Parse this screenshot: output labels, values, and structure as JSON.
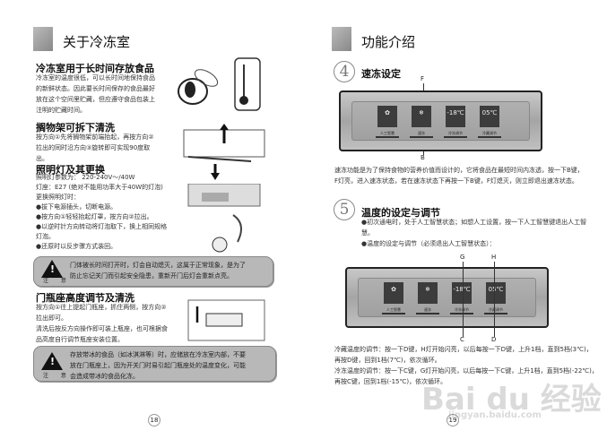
{
  "left": {
    "header": {
      "title": "关于冷冻室"
    },
    "sections": [
      {
        "title": "冷冻室用于长时间存放食品",
        "lines": [
          "冷冻室的温度很低，可以长时间地保持食品",
          "的新鲜状态。因此要长时间保存的食品最好",
          "放在这个空间里贮藏，但应遵守食品包装上",
          "注明的贮藏时间。"
        ]
      },
      {
        "title": "搁物架可拆下清洗",
        "lines": [
          "按方向①先将搁物架前端抬起，再按方向②",
          "拉出的同时沿方向③旋转即可实现90度取",
          "出。"
        ]
      },
      {
        "title": "照明灯及其更换",
        "lines": [
          "照明灯参数为：  220-240V～/40W",
          "灯座：E27 (绝对不能用功率大于40W的灯泡)",
          "更换照明灯时：",
          "●拔下电源插头，切断电源。",
          "●按方向①轻轻抬起灯罩，按方向②拉出。",
          "●以逆时针方向转动将灯泡取下，换上相同规格",
          "   灯泡。",
          "●还原时以反步骤方式装回。"
        ]
      },
      {
        "title": "门瓶座高度调节及清洗",
        "lines": [
          "按方向①往上提起门瓶座，抓住两侧，按方向②",
          "拉出即可。",
          "清洗后按反方向操作即可装上瓶座，也可根据食",
          "品高度自行调节瓶座安装位置。"
        ]
      }
    ],
    "notices": [
      {
        "label": "注 意",
        "lines": [
          "门体被长时间打开时，灯会自动熄灭，这属于正常现象，是为了",
          "防止忘记关门而引起安全隐患，重新开门后灯会重新点亮。"
        ]
      },
      {
        "label": "注 意",
        "lines": [
          "存放带冰的食品（如冰淇淋等）时，应储放在冷冻室内部，不要",
          "放在门瓶座上，因为开关门时易引起门瓶座处的温度变化，可能",
          "会造成带冰的食品化冻。"
        ]
      }
    ],
    "page_number": "18"
  },
  "right": {
    "header": {
      "title": "功能介绍"
    },
    "section4": {
      "number": "4",
      "title": "速冻设定",
      "lines": [
        "速冻功能是为了保持食物的营养价值而设计的，它将食品在最短时间内冻透，按一下B键，",
        "F灯亮，进入速冻状态，若在速冻状态下再按一下B键，F灯熄灭，则立即退出速冻状态。"
      ]
    },
    "section5": {
      "number": "5",
      "title": "温度的设定与调节",
      "lines": [
        "●初次通电时，处于人工智慧状态；如想人工设置，按一下人工智慧键退出人工智",
        "   慧。",
        "●温度的设定与调节（必须退出人工智慧状态）："
      ],
      "lines2": [
        "冷藏温度的调节：按一下D键，H灯开始闪亮，以后每按一下D键，上升1档，直到5档(3℃)，",
        "再按D键，回到1档(7℃)，依次循环。",
        "冷冻温度的调节：按一下C键，G灯开始闪亮，以后每按一下C键，上升1档，直到5档(-22℃)，",
        "再按C键，回到1档(-15℃)，依次循环。"
      ]
    },
    "panel": {
      "freezer_display": "-18℃",
      "fridge_display": "05℃",
      "key_labels": [
        "人工智慧",
        "速冻",
        "冷冻调节",
        "冷藏调节"
      ]
    },
    "panel1_labels": {
      "top": "F",
      "bottom": "B"
    },
    "panel2_labels": {
      "top_left": "G",
      "top_right": "H",
      "bottom_left": "C",
      "bottom_right": "D"
    },
    "page_number": "19"
  },
  "watermark": {
    "brand": "Bai du 经验",
    "url": "jingyan.baidu.com"
  }
}
